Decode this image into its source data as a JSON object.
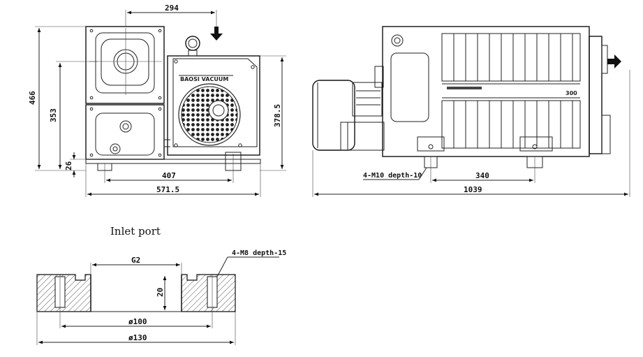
{
  "front_view": {
    "dims": {
      "top_width": "294",
      "total_height": "466",
      "inlet_height": "353",
      "foot_height": "26",
      "foot_span": "407",
      "total_length": "571.5",
      "right_height": "378.5"
    },
    "nameplate": "BAOSI VACUUM"
  },
  "side_view": {
    "dims": {
      "foot_span": "340",
      "total_length": "1039"
    },
    "mount_note": "4-M10 depth-10",
    "model_label": "300"
  },
  "inlet_section": {
    "title": "Inlet port",
    "thread_label": "G2",
    "depth_label": "20",
    "hole_note": "4-M8 depth-15",
    "pcd_label": "ø100",
    "od_label": "ø130"
  }
}
